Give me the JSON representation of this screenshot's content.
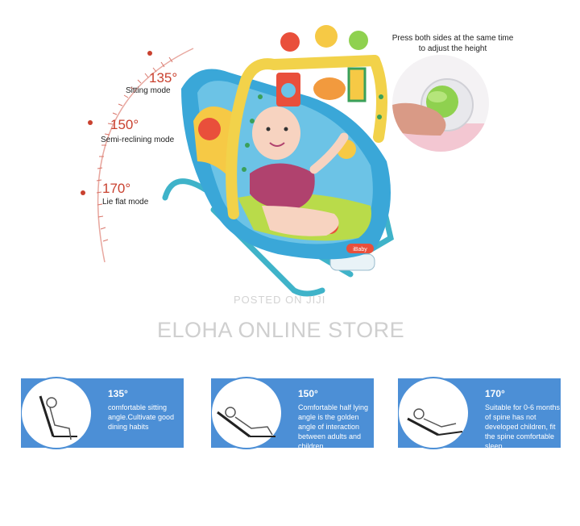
{
  "modes": [
    {
      "angle": "135°",
      "label": "Sitting mode"
    },
    {
      "angle": "150°",
      "label": "Semi-reclining mode"
    },
    {
      "angle": "170°",
      "label": "Lie flat mode"
    }
  ],
  "callout": "Press both sides at the same time to adjust the height",
  "watermark": {
    "posted": "POSTED ON JIJI",
    "store": "ELOHA ONLINE STORE"
  },
  "seat_badge": "iBaby",
  "cards": [
    {
      "angle": "135°",
      "desc": "comfortable sitting angle.Cultivate good dining habits"
    },
    {
      "angle": "150°",
      "desc": "Comfortable half lying angle is the golden angle of interaction between adults and children"
    },
    {
      "angle": "170°",
      "desc": "Suitable for 0-6 months of spine has not developed children, fit the spine comfortable sleep"
    }
  ],
  "colors": {
    "accent": "#c9412f",
    "card": "#4c8fd6",
    "seat": "#3aa7d8",
    "frame": "#3fb3c9"
  }
}
